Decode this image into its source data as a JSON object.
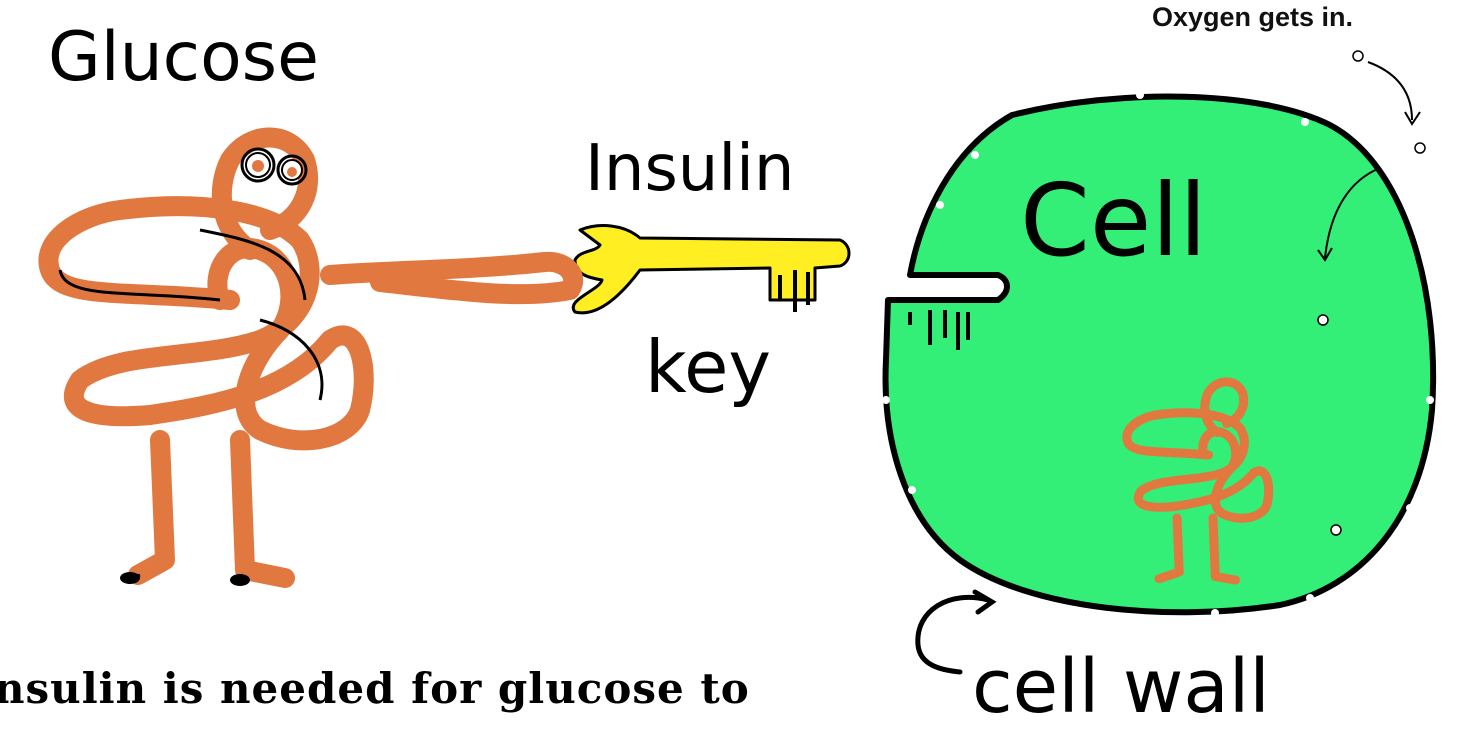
{
  "labels": {
    "glucose": "Glucose",
    "insulin": "Insulin",
    "key": "key",
    "cell": "Cell",
    "cell_wall": "cell wall",
    "oxygen": "Oxygen gets in.",
    "caption": "nsulin is needed for glucose to"
  },
  "colors": {
    "glucose_body": "#e07840",
    "key": "#ffee22",
    "cell": "#33ee77",
    "outline": "#000000",
    "background": "#ffffff"
  },
  "icons": {
    "glucose": "glucose-character-icon",
    "key": "insulin-key-icon",
    "cell": "cell-icon"
  }
}
